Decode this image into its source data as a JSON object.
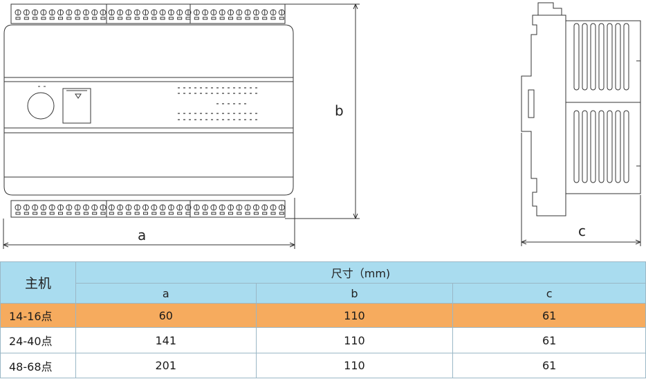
{
  "diagram": {
    "dim_labels": {
      "a": "a",
      "b": "b",
      "c": "c"
    }
  },
  "table": {
    "host_label": "主机",
    "size_label": "尺寸（mm)",
    "columns": [
      "a",
      "b",
      "c"
    ],
    "rows": [
      {
        "name": "14-16点",
        "values": [
          "60",
          "110",
          "61"
        ],
        "highlight": true
      },
      {
        "name": "24-40点",
        "values": [
          "141",
          "110",
          "61"
        ],
        "highlight": false
      },
      {
        "name": "48-68点",
        "values": [
          "201",
          "110",
          "61"
        ],
        "highlight": false
      }
    ]
  },
  "colors": {
    "header_bg": "#a9dcef",
    "highlight_bg": "#f6ab5e",
    "line": "#333333"
  }
}
